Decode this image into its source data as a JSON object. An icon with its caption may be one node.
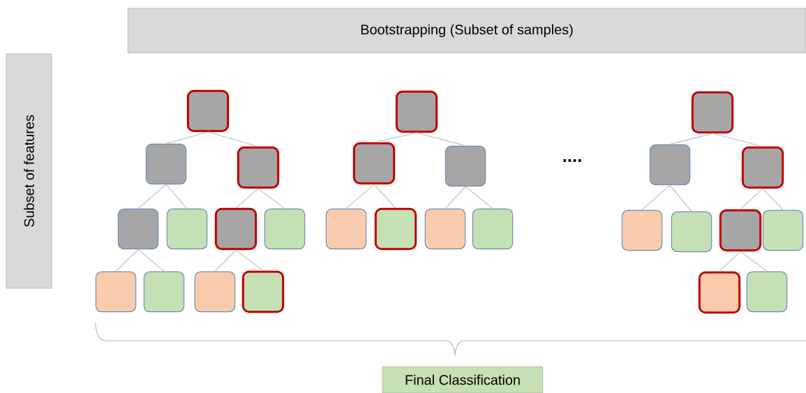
{
  "diagram": {
    "nodes": [
      {
        "text": [
          "Bootstrapping (Subset of samples)"
        ]
      },
      {
        "text": [
          "Subset of features"
        ]
      },
      {
        "text": [],
        "shape": "box"
      },
      {
        "text": [],
        "shape": "box"
      },
      {
        "text": [],
        "shape": "box"
      },
      {
        "text": [],
        "shape": "box"
      },
      {
        "text": [],
        "shape": "box"
      },
      {
        "text": [],
        "shape": "box"
      },
      {
        "text": [],
        "shape": "box"
      },
      {
        "text": [],
        "shape": "box"
      },
      {
        "text": [],
        "shape": "box"
      },
      {
        "text": [],
        "shape": "box"
      },
      {
        "text": [],
        "shape": "box"
      },
      {
        "text": [],
        "shape": "box"
      },
      {
        "text": [],
        "shape": "box"
      },
      {
        "text": [],
        "shape": "box"
      },
      {
        "text": [],
        "shape": "box"
      },
      {
        "text": [],
        "shape": "box"
      },
      {
        "text": [],
        "shape": "box"
      },
      {
        "text": [],
        "shape": "box"
      },
      {
        "text": [],
        "shape": "box"
      },
      {
        "text": [],
        "shape": "box"
      },
      {
        "text": [],
        "shape": "box"
      },
      {
        "text": [],
        "shape": "box"
      },
      {
        "text": [],
        "shape": "box"
      },
      {
        "text": [],
        "shape": "box"
      },
      {
        "text": [],
        "shape": "box"
      },
      {
        "text": [],
        "shape": "box"
      },
      {
        "text": [],
        "shape": "box"
      },
      {
        "text": [
          "Final Classification"
        ]
      }
    ],
    "edges": [
      {
        "from": 2,
        "to": 3,
        "arrow": "none"
      },
      {
        "from": 2,
        "to": 4,
        "arrow": "none"
      },
      {
        "from": 3,
        "to": 5,
        "arrow": "none"
      },
      {
        "from": 3,
        "to": 6,
        "arrow": "none"
      },
      {
        "from": 4,
        "to": 7,
        "arrow": "none"
      },
      {
        "from": 4,
        "to": 8,
        "arrow": "none"
      },
      {
        "from": 5,
        "to": 9,
        "arrow": "none"
      },
      {
        "from": 5,
        "to": 10,
        "arrow": "none"
      },
      {
        "from": 7,
        "to": 11,
        "arrow": "none"
      },
      {
        "from": 7,
        "to": 12,
        "arrow": "none"
      },
      {
        "from": 13,
        "to": 14,
        "arrow": "none"
      },
      {
        "from": 13,
        "to": 15,
        "arrow": "none"
      },
      {
        "from": 14,
        "to": 16,
        "arrow": "none"
      },
      {
        "from": 14,
        "to": 17,
        "arrow": "none"
      },
      {
        "from": 15,
        "to": 18,
        "arrow": "none"
      },
      {
        "from": 15,
        "to": 19,
        "arrow": "none"
      },
      {
        "from": 20,
        "to": 21,
        "arrow": "none"
      },
      {
        "from": 20,
        "to": 22,
        "arrow": "none"
      },
      {
        "from": 21,
        "to": 23,
        "arrow": "none"
      },
      {
        "from": 21,
        "to": 24,
        "arrow": "none"
      },
      {
        "from": 22,
        "to": 25,
        "arrow": "none"
      },
      {
        "from": 22,
        "to": 26,
        "arrow": "none"
      },
      {
        "from": 25,
        "to": 27,
        "arrow": "none"
      },
      {
        "from": 25,
        "to": 28,
        "arrow": "none"
      }
    ],
    "labels": [
      "...."
    ]
  }
}
